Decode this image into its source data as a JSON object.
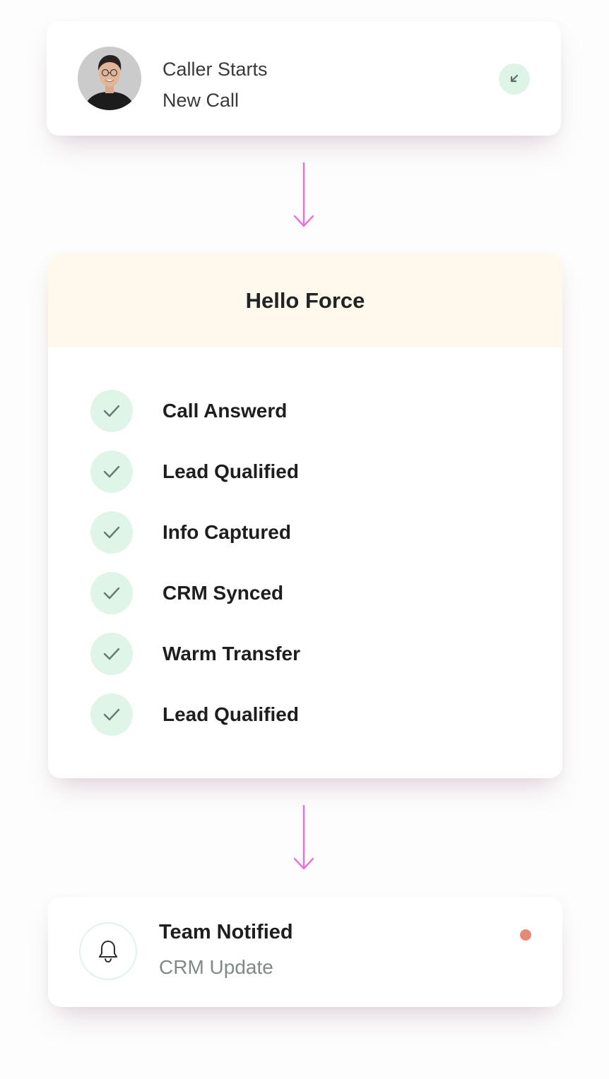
{
  "caller": {
    "line1": "Caller Starts",
    "line2": "New Call",
    "avatar": "caller-avatar",
    "badge_icon": "arrow-down-left-icon"
  },
  "process": {
    "title": "Hello Force",
    "steps": [
      {
        "label": "Call Answerd",
        "icon": "check-icon",
        "done": true
      },
      {
        "label": "Lead Qualified",
        "icon": "check-icon",
        "done": true
      },
      {
        "label": "Info Captured",
        "icon": "check-icon",
        "done": true
      },
      {
        "label": "CRM Synced",
        "icon": "check-icon",
        "done": true
      },
      {
        "label": "Warm Transfer",
        "icon": "check-icon",
        "done": true
      },
      {
        "label": "Lead Qualified",
        "icon": "check-icon",
        "done": true
      }
    ]
  },
  "notify": {
    "title": "Team Notified",
    "subtitle": "CRM Update",
    "icon": "bell-icon",
    "status_color": "#e48a76"
  },
  "colors": {
    "connector": "#ee6fd6",
    "check_bg": "#dff5e8",
    "header_bg": "#fff8ec",
    "status_dot": "#e48a76"
  }
}
